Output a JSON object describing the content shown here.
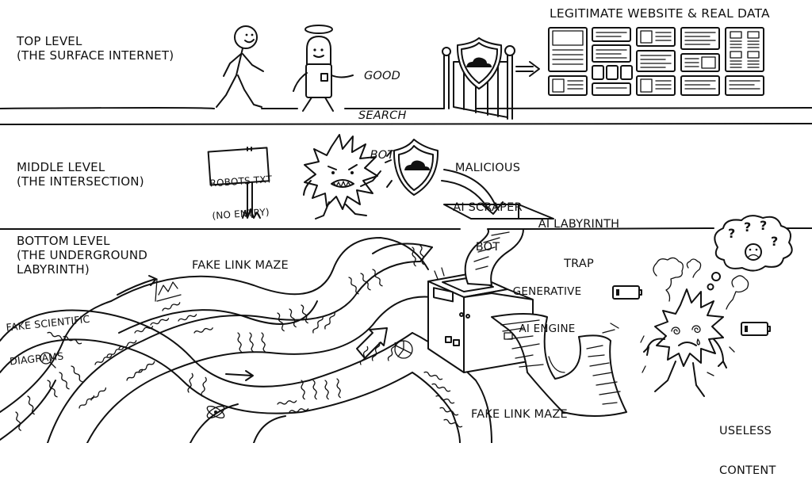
{
  "levels": {
    "top": {
      "title": "TOP LEVEL",
      "subtitle": "(THE SURFACE INTERNET)"
    },
    "middle": {
      "title": "MIDDLE LEVEL",
      "subtitle": "(THE INTERSECTION)"
    },
    "bottom": {
      "title": "BOTTOM LEVEL",
      "subtitle_line1": "(THE UNDERGROUND",
      "subtitle_line2": "LABYRINTH)"
    }
  },
  "top_scene": {
    "good_bot_label": [
      "GOOD",
      "SEARCH",
      "BOT"
    ],
    "destination_label": "LEGITIMATE WEBSITE & REAL DATA",
    "gate_icon": "cloudflare-shield-icon"
  },
  "middle_scene": {
    "sign_text": [
      "ROBOTS.TXT",
      "(NO ENTRY)"
    ],
    "malicious_bot_label": [
      "MALICIOUS",
      "AI SCRAPER",
      "BOT"
    ],
    "trap_label": [
      "AI LABYRINTH",
      "TRAP"
    ],
    "shield_icon": "cloudflare-shield-icon"
  },
  "bottom_scene": {
    "fake_link_maze_top": "FAKE LINK MAZE",
    "fake_diagrams": [
      "FAKE SCIENTIFIC",
      "DIAGRAMS"
    ],
    "engine_label": [
      "GENERATIVE",
      "AI ENGINE"
    ],
    "fake_link_maze_bottom": "FAKE LINK MAZE",
    "useless_content": [
      "USELESS",
      "CONTENT"
    ],
    "thought_bubble": [
      "?",
      "?",
      "?",
      "?"
    ],
    "icons": [
      "low-battery-icon",
      "low-battery-icon",
      "smoke-puff-icon",
      "sad-face-icon",
      "dizzy-eyes-icon"
    ]
  }
}
